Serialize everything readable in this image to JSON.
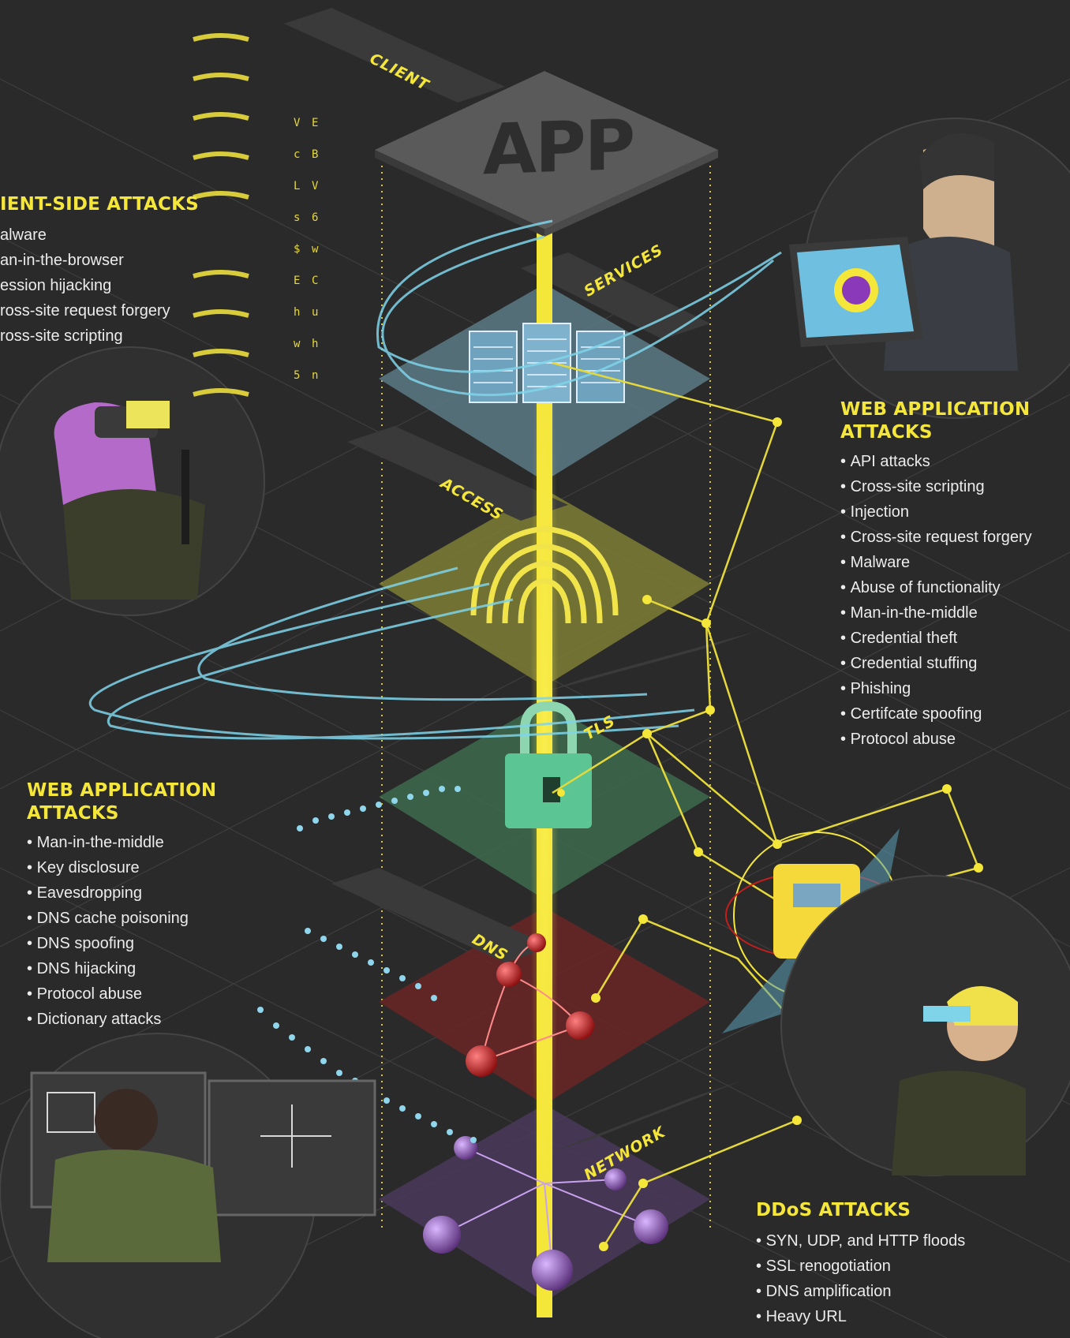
{
  "layers": {
    "client": "CLIENT",
    "app": "APP",
    "services": "SERVICES",
    "access": "ACCESS",
    "tls": "TLS",
    "dns": "DNS",
    "network": "NETWORK"
  },
  "panels": {
    "client_side": {
      "title": "IENT-SIDE ATTACKS",
      "items": [
        "alware",
        "an-in-the-browser",
        "ession hijacking",
        "ross-site request forgery",
        "ross-site scripting"
      ]
    },
    "web_app_right": {
      "title_line1": "WEB APPLICATION",
      "title_line2": "ATTACKS",
      "items": [
        "API attacks",
        "Cross-site scripting",
        "Injection",
        "Cross-site request forgery",
        "Malware",
        "Abuse of functionality",
        "Man-in-the-middle",
        "Credential theft",
        "Credential stuffing",
        "Phishing",
        "Certifcate spoofing",
        "Protocol abuse"
      ]
    },
    "web_app_left": {
      "title_line1": "WEB APPLICATION",
      "title_line2": "ATTACKS",
      "items": [
        "Man-in-the-middle",
        "Key disclosure",
        "Eavesdropping",
        "DNS cache poisoning",
        "DNS spoofing",
        "DNS hijacking",
        "Protocol abuse",
        "Dictionary attacks"
      ]
    },
    "ddos": {
      "title": "DDoS ATTACKS",
      "items": [
        "SYN, UDP, and HTTP floods",
        "SSL renogotiation",
        "DNS amplification",
        "Heavy URL"
      ]
    }
  },
  "colors": {
    "background": "#2a2a2a",
    "accent_yellow": "#f5e63a",
    "services_plane": "#5f7f8c",
    "access_plane": "#8a8a3a",
    "tls_plane": "#3e6a4e",
    "dns_plane": "#6a2626",
    "network_plane": "#4a3a5a",
    "cyan_swirl": "#7fd4ea"
  }
}
